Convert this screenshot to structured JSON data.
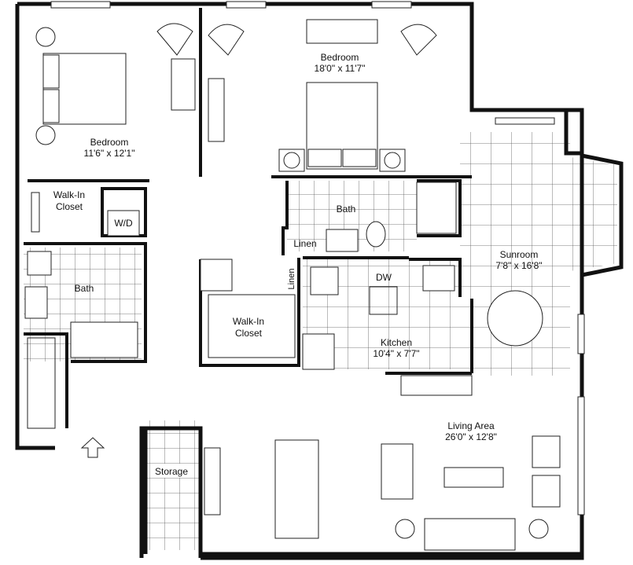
{
  "rooms": {
    "bedroom_left": {
      "name": "Bedroom",
      "size": "11'6\" x 12'1\""
    },
    "bedroom_master": {
      "name": "Bedroom",
      "size": "18'0\" x 11'7\""
    },
    "walkin_closet_left": {
      "line1": "Walk-In",
      "line2": "Closet"
    },
    "wd": {
      "name": "W/D"
    },
    "bath_left": {
      "name": "Bath"
    },
    "bath_master": {
      "name": "Bath"
    },
    "linen_master": {
      "name": "Linen"
    },
    "linen_hall": {
      "name": "Linen"
    },
    "walkin_closet_center": {
      "line1": "Walk-In",
      "line2": "Closet"
    },
    "dw": {
      "name": "DW"
    },
    "kitchen": {
      "name": "Kitchen",
      "size": "10'4\" x 7'7\""
    },
    "sunroom": {
      "name": "Sunroom",
      "size": "7'8\" x 16'8\""
    },
    "living_area": {
      "name": "Living Area",
      "size": "26'0\" x 12'8\""
    },
    "storage": {
      "name": "Storage"
    }
  },
  "icons": {
    "entry_arrow": "up-arrow-icon",
    "lamp": "lamp-icon",
    "tv": "tv-icon"
  }
}
